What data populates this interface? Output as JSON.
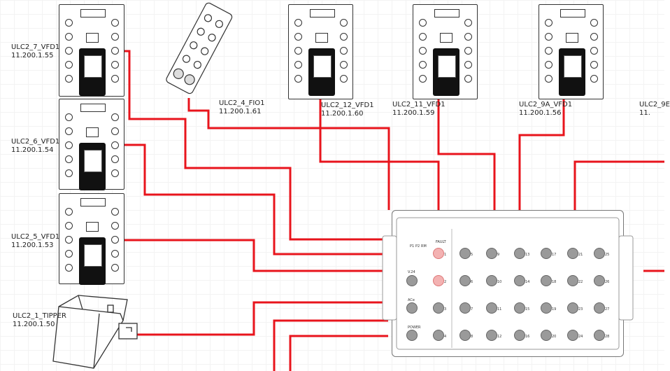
{
  "diagram": {
    "devices": [
      {
        "id": "vfd7",
        "name": "ULC2_7_VFD1",
        "ip": "11.200.1.55"
      },
      {
        "id": "fio4",
        "name": "ULC2_4_FIO1",
        "ip": "11.200.1.61"
      },
      {
        "id": "vfd12",
        "name": "ULC2_12_VFD1",
        "ip": "11.200.1.60"
      },
      {
        "id": "vfd11",
        "name": "ULC2_11_VFD1",
        "ip": "11.200.1.59"
      },
      {
        "id": "vfd9a",
        "name": "ULC2_9A_VFD1",
        "ip": "11.200.1.56"
      },
      {
        "id": "vfd9b",
        "name": "ULC2_9E",
        "ip": "11."
      },
      {
        "id": "vfd6",
        "name": "ULC2_6_VFD1",
        "ip": "11.200.1.54"
      },
      {
        "id": "vfd5",
        "name": "ULC2_5_VFD1",
        "ip": "11.200.1.53"
      },
      {
        "id": "tipper",
        "name": "ULC2_1_TIPPER",
        "ip": "11.200.1.50"
      }
    ],
    "switch": {
      "leds_left": [
        "1",
        "2"
      ],
      "led_labels": [
        "P1",
        "P2",
        "RM",
        "FAULT"
      ],
      "port_labels": [
        "V.24",
        "ACe",
        "POWER"
      ],
      "port_numbers": [
        "1",
        "2",
        "3",
        "4",
        "5",
        "6",
        "7",
        "8",
        "9",
        "10",
        "11",
        "12",
        "13",
        "14",
        "15",
        "16",
        "17",
        "18",
        "19",
        "20",
        "21",
        "22",
        "23",
        "24",
        "25",
        "26",
        "27",
        "28"
      ],
      "led_groups": [
        [
          "5",
          "6",
          "7",
          "8"
        ],
        [
          "9",
          "10",
          "11",
          "12"
        ],
        [
          "13",
          "14",
          "15",
          "16"
        ],
        [
          "17",
          "18",
          "19",
          "20"
        ],
        [
          "21",
          "22",
          "23",
          "24"
        ],
        [
          "25",
          "26",
          "27",
          "28"
        ]
      ]
    },
    "colors": {
      "wire": "#e8141c",
      "outline": "#333333"
    }
  }
}
